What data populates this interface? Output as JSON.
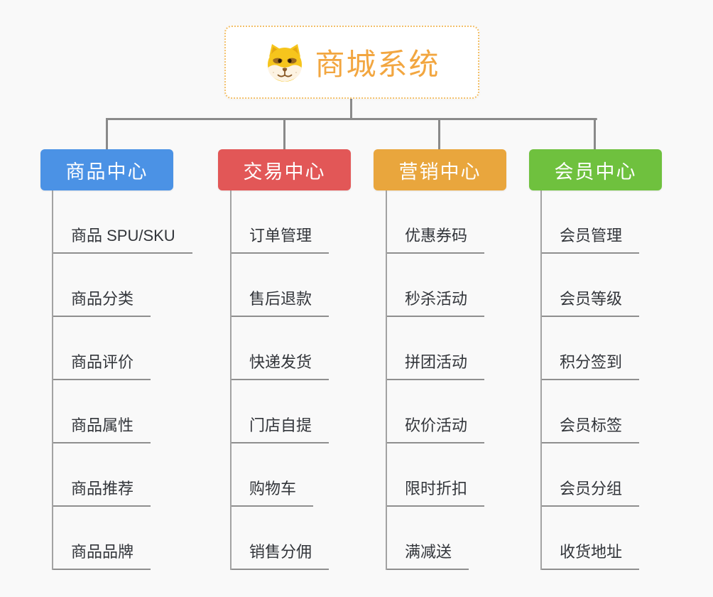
{
  "root": {
    "title": "商城系统",
    "icon": "shiba-dog-icon",
    "title_color": "#f2a640",
    "border_color": "#f3c06a"
  },
  "connector_color": "#8a8a8a",
  "underline_color": "#8f8f8f",
  "child_text_color": "#32353a",
  "background_color": "#f9f9f9",
  "branches": [
    {
      "label": "商品中心",
      "color": "#4b92e5",
      "children": [
        "商品 SPU/SKU",
        "商品分类",
        "商品评价",
        "商品属性",
        "商品推荐",
        "商品品牌"
      ]
    },
    {
      "label": "交易中心",
      "color": "#e25757",
      "children": [
        "订单管理",
        "售后退款",
        "快递发货",
        "门店自提",
        "购物车",
        "销售分佣"
      ]
    },
    {
      "label": "营销中心",
      "color": "#e9a63d",
      "children": [
        "优惠券码",
        "秒杀活动",
        "拼团活动",
        "砍价活动",
        "限时折扣",
        "满减送"
      ]
    },
    {
      "label": "会员中心",
      "color": "#6fc13e",
      "children": [
        "会员管理",
        "会员等级",
        "积分签到",
        "会员标签",
        "会员分组",
        "收货地址"
      ]
    }
  ]
}
